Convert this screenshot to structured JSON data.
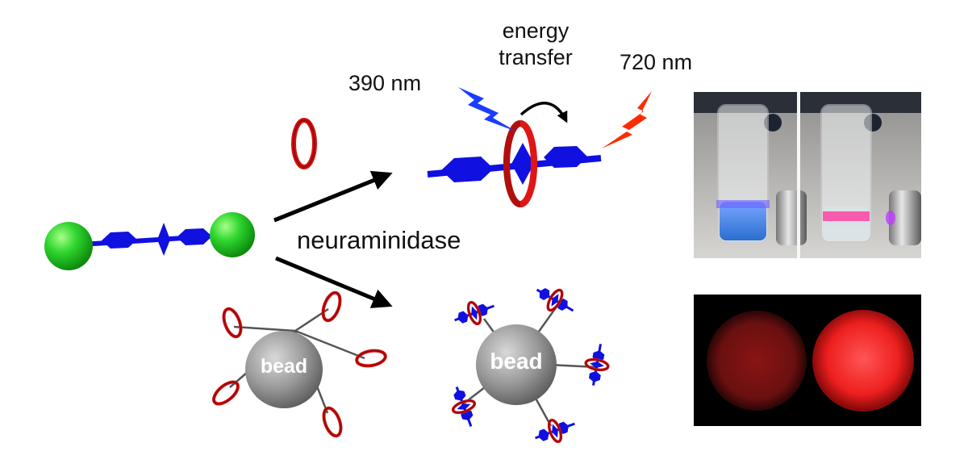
{
  "labels": {
    "energy_transfer_line1": "energy",
    "energy_transfer_line2": "transfer",
    "excitation": "390 nm",
    "emission": "720 nm",
    "enzyme": "neuraminidase",
    "bead_left": "bead",
    "bead_right": "bead"
  },
  "colors": {
    "green_stopper": "#22cc22",
    "blue_axle": "#1010e0",
    "red_ring": "#dd1111",
    "bead_gray": "#9a9a9a",
    "uv_bolt": "#1a3cff",
    "nir_bolt": "#ff2a00",
    "arrow": "#000000"
  },
  "icons": {
    "excitation": "lightning-bolt-icon",
    "emission": "lightning-bolt-icon",
    "curved_arrow": "curved-arrow-icon"
  }
}
